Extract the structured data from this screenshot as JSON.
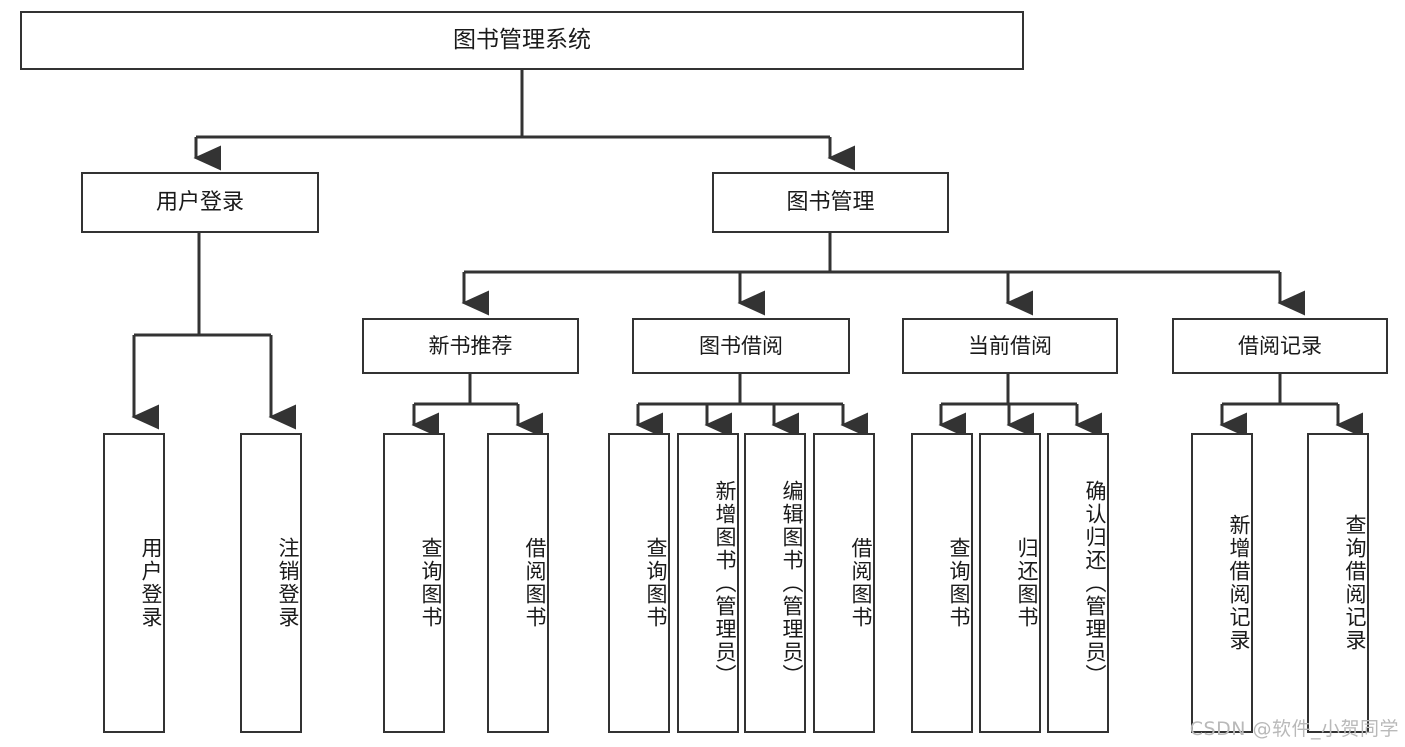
{
  "diagram": {
    "title": "图书管理系统",
    "type": "tree",
    "orientation": "top-down",
    "colors": {
      "node_border": "#333333",
      "node_fill": "#ffffff",
      "edge": "#333333",
      "text": "#1a1a1a",
      "watermark": "#b9b9b9",
      "background": "#ffffff"
    }
  },
  "root": {
    "label": "图书管理系统"
  },
  "level1": [
    {
      "id": "user-login",
      "label": "用户登录"
    },
    {
      "id": "book-manage",
      "label": "图书管理"
    }
  ],
  "level2": [
    {
      "id": "new-book-recommend",
      "label": "新书推荐",
      "parent": "book-manage"
    },
    {
      "id": "book-borrow",
      "label": "图书借阅",
      "parent": "book-manage"
    },
    {
      "id": "current-borrow",
      "label": "当前借阅",
      "parent": "book-manage"
    },
    {
      "id": "borrow-record",
      "label": "借阅记录",
      "parent": "book-manage"
    }
  ],
  "leaves": {
    "user-login": [
      {
        "id": "leaf-user-login",
        "label": "用户登录"
      },
      {
        "id": "leaf-logout",
        "label": "注销登录"
      }
    ],
    "new-book-recommend": [
      {
        "id": "leaf-query-book-1",
        "label": "查询图书"
      },
      {
        "id": "leaf-borrow-book-1",
        "label": "借阅图书"
      }
    ],
    "book-borrow": [
      {
        "id": "leaf-query-book-2",
        "label": "查询图书"
      },
      {
        "id": "leaf-add-book",
        "label": "新增图书（管理员）"
      },
      {
        "id": "leaf-edit-book",
        "label": "编辑图书（管理员）"
      },
      {
        "id": "leaf-borrow-book-2",
        "label": "借阅图书"
      }
    ],
    "current-borrow": [
      {
        "id": "leaf-query-book-3",
        "label": "查询图书"
      },
      {
        "id": "leaf-return-book",
        "label": "归还图书"
      },
      {
        "id": "leaf-confirm-return",
        "label": "确认归还（管理员）"
      }
    ],
    "borrow-record": [
      {
        "id": "leaf-add-record",
        "label": "新增借阅记录"
      },
      {
        "id": "leaf-query-record",
        "label": "查询借阅记录"
      }
    ]
  },
  "watermark": {
    "text": "CSDN @软件_小贺同学"
  }
}
